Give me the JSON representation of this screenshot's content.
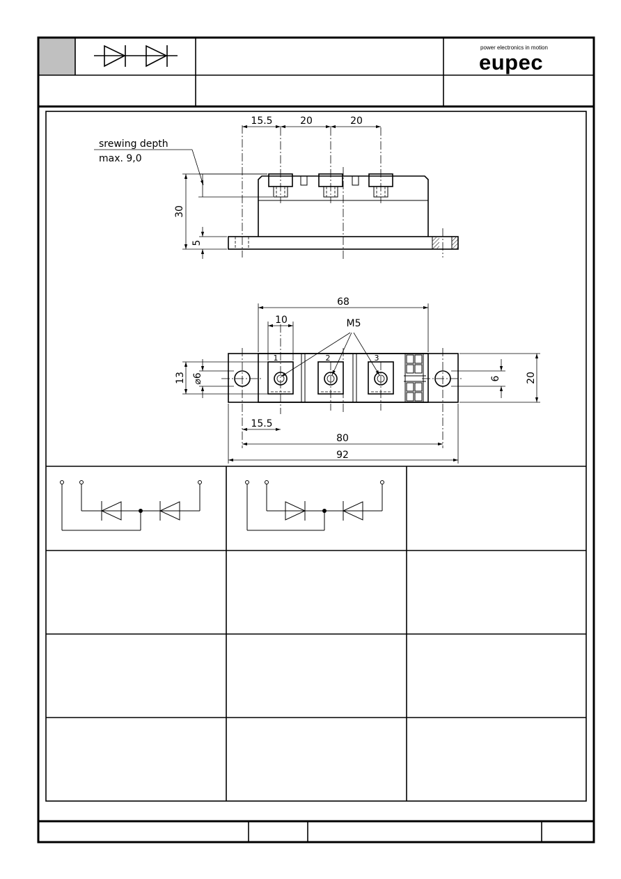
{
  "header": {
    "brand_tagline": "power electronics in motion",
    "brand_name": "eupec"
  },
  "side_view": {
    "dim_top": [
      "15.5",
      "20",
      "20"
    ],
    "note_line1": "srewing depth",
    "note_line2": "max. 9,0",
    "dim_height": "30",
    "dim_base": "5"
  },
  "top_view": {
    "dim_68": "68",
    "dim_10": "10",
    "thread_label": "M5",
    "terminal_numbers": [
      "1",
      "2",
      "3"
    ],
    "dim_13": "13",
    "dim_hole": "⌀6",
    "dim_6": "6",
    "dim_20": "20",
    "dim_15_5": "15.5",
    "dim_80": "80",
    "dim_92": "92"
  },
  "colors": {
    "header_swatch": "#c0c0c0",
    "line": "#000000"
  }
}
